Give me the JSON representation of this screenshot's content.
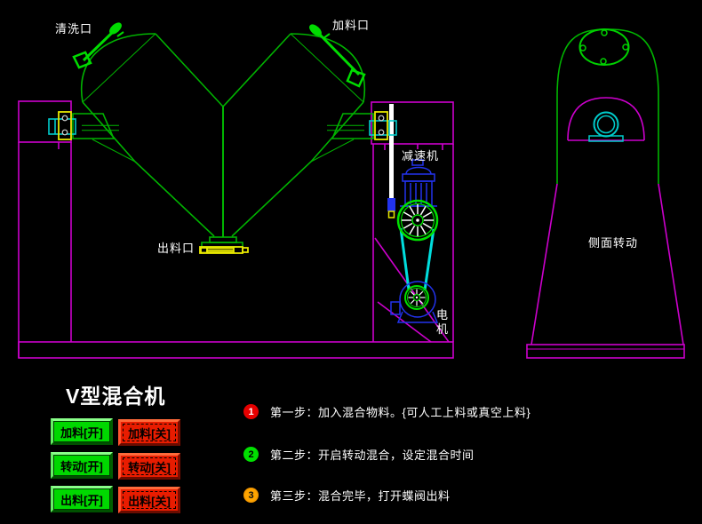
{
  "title": "V型混合机",
  "diagram": {
    "front_view": {
      "clean_port_label": "清洗口",
      "feed_port_label": "加料口",
      "discharge_port_label": "出料口",
      "reducer_label": "减速机",
      "motor_label_top": "电",
      "motor_label_bottom": "机"
    },
    "side_view": {
      "label": "侧面转动"
    },
    "colors": {
      "vessel_green": "#00b400",
      "frame_magenta": "#cc00cc",
      "bearing_cyan": "#00cccc",
      "valve_yellow": "#e8e800",
      "drive_blue": "#2233ee",
      "nozzle_green": "#00dc00",
      "shaft_white": "#ffffff"
    }
  },
  "controls": {
    "buttons": [
      {
        "label": "加料[开]",
        "color": "#00d800"
      },
      {
        "label": "加料[关]",
        "color": "#e81c00"
      },
      {
        "label": "转动[开]",
        "color": "#00d800"
      },
      {
        "label": "转动[关]",
        "color": "#e81c00"
      },
      {
        "label": "出料[开]",
        "color": "#00d800"
      },
      {
        "label": "出料[关]",
        "color": "#e81c00"
      }
    ]
  },
  "steps": [
    {
      "num": "1",
      "badge_color": "#e60000",
      "text": "第一步：加入混合物料。{可人工上料或真空上料}"
    },
    {
      "num": "2",
      "badge_color": "#00e000",
      "text": "第二步：开启转动混合，设定混合时间"
    },
    {
      "num": "3",
      "badge_color": "#ffa500",
      "text": "第三步：混合完毕，打开蝶阀出料"
    }
  ]
}
